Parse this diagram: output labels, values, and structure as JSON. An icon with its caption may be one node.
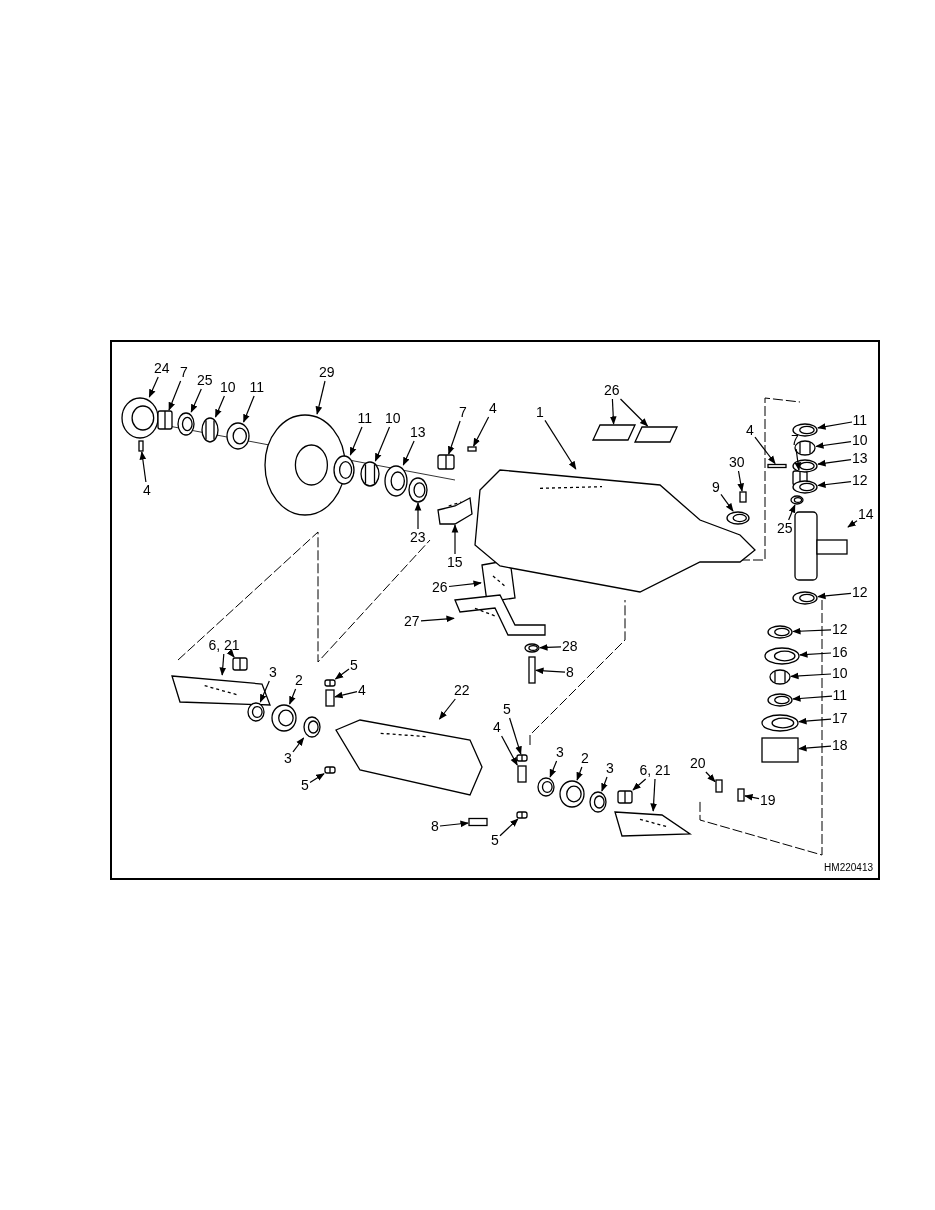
{
  "diagram": {
    "nodes": [
      {
        "text": [
          "24"
        ]
      },
      {
        "text": [
          "7"
        ]
      },
      {
        "text": [
          "25"
        ]
      },
      {
        "text": [
          "10"
        ]
      },
      {
        "text": [
          "11"
        ]
      },
      {
        "text": [
          "29"
        ]
      },
      {
        "text": [
          "4"
        ]
      },
      {
        "text": [
          "11"
        ]
      },
      {
        "text": [
          "10"
        ]
      },
      {
        "text": [
          "13"
        ]
      },
      {
        "text": [
          "7"
        ]
      },
      {
        "text": [
          "4"
        ]
      },
      {
        "text": [
          "23"
        ]
      },
      {
        "text": [
          "15"
        ]
      },
      {
        "text": [
          "26"
        ]
      },
      {
        "text": [
          "1"
        ]
      },
      {
        "text": [
          "26"
        ]
      },
      {
        "text": [
          "4"
        ]
      },
      {
        "text": [
          "7"
        ]
      },
      {
        "text": [
          "30"
        ]
      },
      {
        "text": [
          "9"
        ]
      },
      {
        "text": [
          "25"
        ]
      },
      {
        "text": [
          "11"
        ]
      },
      {
        "text": [
          "10"
        ]
      },
      {
        "text": [
          "13"
        ]
      },
      {
        "text": [
          "12"
        ]
      },
      {
        "text": [
          "14"
        ]
      },
      {
        "text": [
          "12"
        ]
      },
      {
        "text": [
          "12"
        ]
      },
      {
        "text": [
          "16"
        ]
      },
      {
        "text": [
          "10"
        ]
      },
      {
        "text": [
          "11"
        ]
      },
      {
        "text": [
          "17"
        ]
      },
      {
        "text": [
          "18"
        ]
      },
      {
        "text": [
          "20"
        ]
      },
      {
        "text": [
          "19"
        ]
      },
      {
        "text": [
          "27"
        ]
      },
      {
        "text": [
          "28"
        ]
      },
      {
        "text": [
          "8"
        ]
      },
      {
        "text": [
          "6, 21"
        ]
      },
      {
        "text": [
          "3"
        ]
      },
      {
        "text": [
          "2"
        ]
      },
      {
        "text": [
          "5"
        ]
      },
      {
        "text": [
          "4"
        ]
      },
      {
        "text": [
          "3"
        ]
      },
      {
        "text": [
          "5"
        ]
      },
      {
        "text": [
          "22"
        ]
      },
      {
        "text": [
          "5"
        ]
      },
      {
        "text": [
          "4"
        ]
      },
      {
        "text": [
          "8"
        ]
      },
      {
        "text": [
          "5"
        ]
      },
      {
        "text": [
          "3"
        ]
      },
      {
        "text": [
          "2"
        ]
      },
      {
        "text": [
          "3"
        ]
      },
      {
        "text": [
          "6, 21"
        ]
      },
      {
        "text": [],
        "shape": "picture"
      },
      {
        "text": [],
        "shape": "picture"
      },
      {
        "text": [],
        "shape": "picture"
      },
      {
        "text": [],
        "shape": "picture"
      },
      {
        "text": [],
        "shape": "picture"
      },
      {
        "text": [],
        "shape": "picture"
      },
      {
        "text": [],
        "shape": "box"
      },
      {
        "text": [],
        "shape": "picture"
      },
      {
        "text": [],
        "shape": "picture"
      },
      {
        "text": [],
        "shape": "picture"
      },
      {
        "text": [],
        "shape": "picture"
      },
      {
        "text": [],
        "shape": "box"
      },
      {
        "text": [],
        "shape": "picture"
      },
      {
        "text": [],
        "shape": "picture"
      },
      {
        "text": [],
        "shape": "picture"
      },
      {
        "text": [],
        "shape": "picture"
      },
      {
        "text": [],
        "shape": "box"
      },
      {
        "text": [],
        "shape": "box"
      },
      {
        "text": [],
        "shape": "box"
      },
      {
        "text": [],
        "shape": "picture"
      },
      {
        "text": [],
        "shape": "box"
      },
      {
        "text": [],
        "shape": "picture"
      },
      {
        "text": [],
        "shape": "picture"
      },
      {
        "text": [],
        "shape": "picture"
      },
      {
        "text": [],
        "shape": "picture"
      },
      {
        "text": [],
        "shape": "picture"
      },
      {
        "text": [],
        "shape": "picture"
      },
      {
        "text": [],
        "shape": "picture"
      },
      {
        "text": [],
        "shape": "picture"
      },
      {
        "text": [],
        "shape": "picture"
      },
      {
        "text": [],
        "shape": "picture"
      },
      {
        "text": [],
        "shape": "picture"
      },
      {
        "text": [],
        "shape": "picture"
      },
      {
        "text": [],
        "shape": "picture"
      },
      {
        "text": [],
        "shape": "box"
      },
      {
        "text": [],
        "shape": "box"
      },
      {
        "text": [],
        "shape": "box"
      },
      {
        "text": [],
        "shape": "picture"
      },
      {
        "text": [],
        "shape": "picture"
      },
      {
        "text": [],
        "shape": "box"
      },
      {
        "text": [],
        "shape": "picture"
      },
      {
        "text": [],
        "shape": "picture"
      },
      {
        "text": [],
        "shape": "picture"
      },
      {
        "text": [],
        "shape": "picture"
      },
      {
        "text": [],
        "shape": "picture"
      },
      {
        "text": [],
        "shape": "box"
      },
      {
        "text": [],
        "shape": "picture"
      },
      {
        "text": [],
        "shape": "picture"
      },
      {
        "text": [],
        "shape": "picture"
      },
      {
        "text": [],
        "shape": "picture"
      },
      {
        "text": [],
        "shape": "box"
      },
      {
        "text": [],
        "shape": "box"
      },
      {
        "text": [],
        "shape": "picture"
      },
      {
        "text": [],
        "shape": "picture"
      },
      {
        "text": [],
        "shape": "picture"
      },
      {
        "text": [],
        "shape": "picture"
      },
      {
        "text": [],
        "shape": "picture"
      },
      {
        "text": [],
        "shape": "picture"
      }
    ],
    "edges": [
      {
        "from": 0,
        "to": 55,
        "arrow": "to"
      },
      {
        "from": 1,
        "to": 56,
        "arrow": "to"
      },
      {
        "from": 2,
        "to": 57,
        "arrow": "to"
      },
      {
        "from": 3,
        "to": 58,
        "arrow": "to"
      },
      {
        "from": 4,
        "to": 59,
        "arrow": "to"
      },
      {
        "from": 5,
        "to": 60,
        "arrow": "to"
      },
      {
        "from": 6,
        "to": 61,
        "arrow": "to"
      },
      {
        "from": 7,
        "to": 62,
        "arrow": "to"
      },
      {
        "from": 8,
        "to": 63,
        "arrow": "to"
      },
      {
        "from": 9,
        "to": 64,
        "arrow": "to"
      },
      {
        "from": 10,
        "to": 65,
        "arrow": "to"
      },
      {
        "from": 11,
        "to": 66,
        "arrow": "to"
      },
      {
        "from": 12,
        "to": 67,
        "arrow": "to"
      },
      {
        "from": 13,
        "to": 68,
        "arrow": "to"
      },
      {
        "from": 14,
        "to": 69,
        "arrow": "to"
      },
      {
        "from": 15,
        "to": 70,
        "arrow": "to"
      },
      {
        "from": 16,
        "to": 71,
        "arrow": "to"
      },
      {
        "from": 16,
        "to": 72,
        "arrow": "to"
      },
      {
        "from": 17,
        "to": 73,
        "arrow": "to"
      },
      {
        "from": 18,
        "to": 74,
        "arrow": "to"
      },
      {
        "from": 19,
        "to": 75,
        "arrow": "to"
      },
      {
        "from": 20,
        "to": 76,
        "arrow": "to"
      },
      {
        "from": 21,
        "to": 77,
        "arrow": "to"
      },
      {
        "from": 22,
        "to": 78,
        "arrow": "to"
      },
      {
        "from": 23,
        "to": 79,
        "arrow": "to"
      },
      {
        "from": 24,
        "to": 80,
        "arrow": "to"
      },
      {
        "from": 25,
        "to": 81,
        "arrow": "to"
      },
      {
        "from": 26,
        "to": 82,
        "arrow": "to"
      },
      {
        "from": 27,
        "to": 83,
        "arrow": "to"
      },
      {
        "from": 28,
        "to": 84,
        "arrow": "to"
      },
      {
        "from": 29,
        "to": 85,
        "arrow": "to"
      },
      {
        "from": 30,
        "to": 86,
        "arrow": "to"
      },
      {
        "from": 31,
        "to": 87,
        "arrow": "to"
      },
      {
        "from": 32,
        "to": 88,
        "arrow": "to"
      },
      {
        "from": 33,
        "to": 89,
        "arrow": "to"
      },
      {
        "from": 34,
        "to": 90,
        "arrow": "to"
      },
      {
        "from": 35,
        "to": 91,
        "arrow": "to"
      },
      {
        "from": 36,
        "to": 92,
        "arrow": "to"
      },
      {
        "from": 37,
        "to": 93,
        "arrow": "to"
      },
      {
        "from": 38,
        "to": 94,
        "arrow": "to"
      },
      {
        "from": 39,
        "to": 95,
        "arrow": "to"
      },
      {
        "from": 39,
        "to": 96,
        "arrow": "to"
      },
      {
        "from": 40,
        "to": 97,
        "arrow": "to"
      },
      {
        "from": 41,
        "to": 98,
        "arrow": "to"
      },
      {
        "from": 42,
        "to": 99,
        "arrow": "to"
      },
      {
        "from": 43,
        "to": 100,
        "arrow": "to"
      },
      {
        "from": 44,
        "to": 101,
        "arrow": "to"
      },
      {
        "from": 45,
        "to": 102,
        "arrow": "to"
      },
      {
        "from": 46,
        "to": 103,
        "arrow": "to"
      },
      {
        "from": 47,
        "to": 104,
        "arrow": "to"
      },
      {
        "from": 48,
        "to": 105,
        "arrow": "to"
      },
      {
        "from": 49,
        "to": 106,
        "arrow": "to"
      },
      {
        "from": 50,
        "to": 107,
        "arrow": "to"
      },
      {
        "from": 51,
        "to": 108,
        "arrow": "to"
      },
      {
        "from": 52,
        "to": 109,
        "arrow": "to"
      },
      {
        "from": 53,
        "to": 110,
        "arrow": "to"
      },
      {
        "from": 54,
        "to": 111,
        "arrow": "to"
      },
      {
        "from": 54,
        "to": 112,
        "arrow": "to"
      }
    ],
    "labels": [
      "HM220413"
    ]
  }
}
